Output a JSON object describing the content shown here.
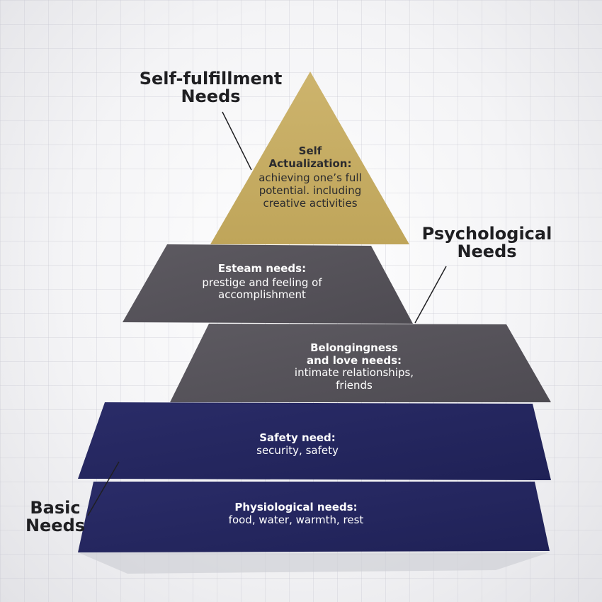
{
  "layers": [
    {
      "title": "Self",
      "title2": "Actualization:",
      "desc": "achieving one’s full potential. including creative activities",
      "color": "#c7ad63"
    },
    {
      "title": "Esteam needs:",
      "desc": "prestige and feeling of accomplishment",
      "color": "#57545b"
    },
    {
      "title": "Belongingness and love needs:",
      "desc": "intimate relationships, friends",
      "color": "#57545b"
    },
    {
      "title": "Safety need:",
      "desc": "security, safety",
      "color": "#25275f"
    },
    {
      "title": "Physiological needs:",
      "desc": "food, water, warmth, rest",
      "color": "#25275f"
    }
  ],
  "groups": {
    "self_fulfillment": "Self-fulfillment Needs",
    "psychological": "Psychological Needs",
    "basic": "Basic Needs"
  }
}
